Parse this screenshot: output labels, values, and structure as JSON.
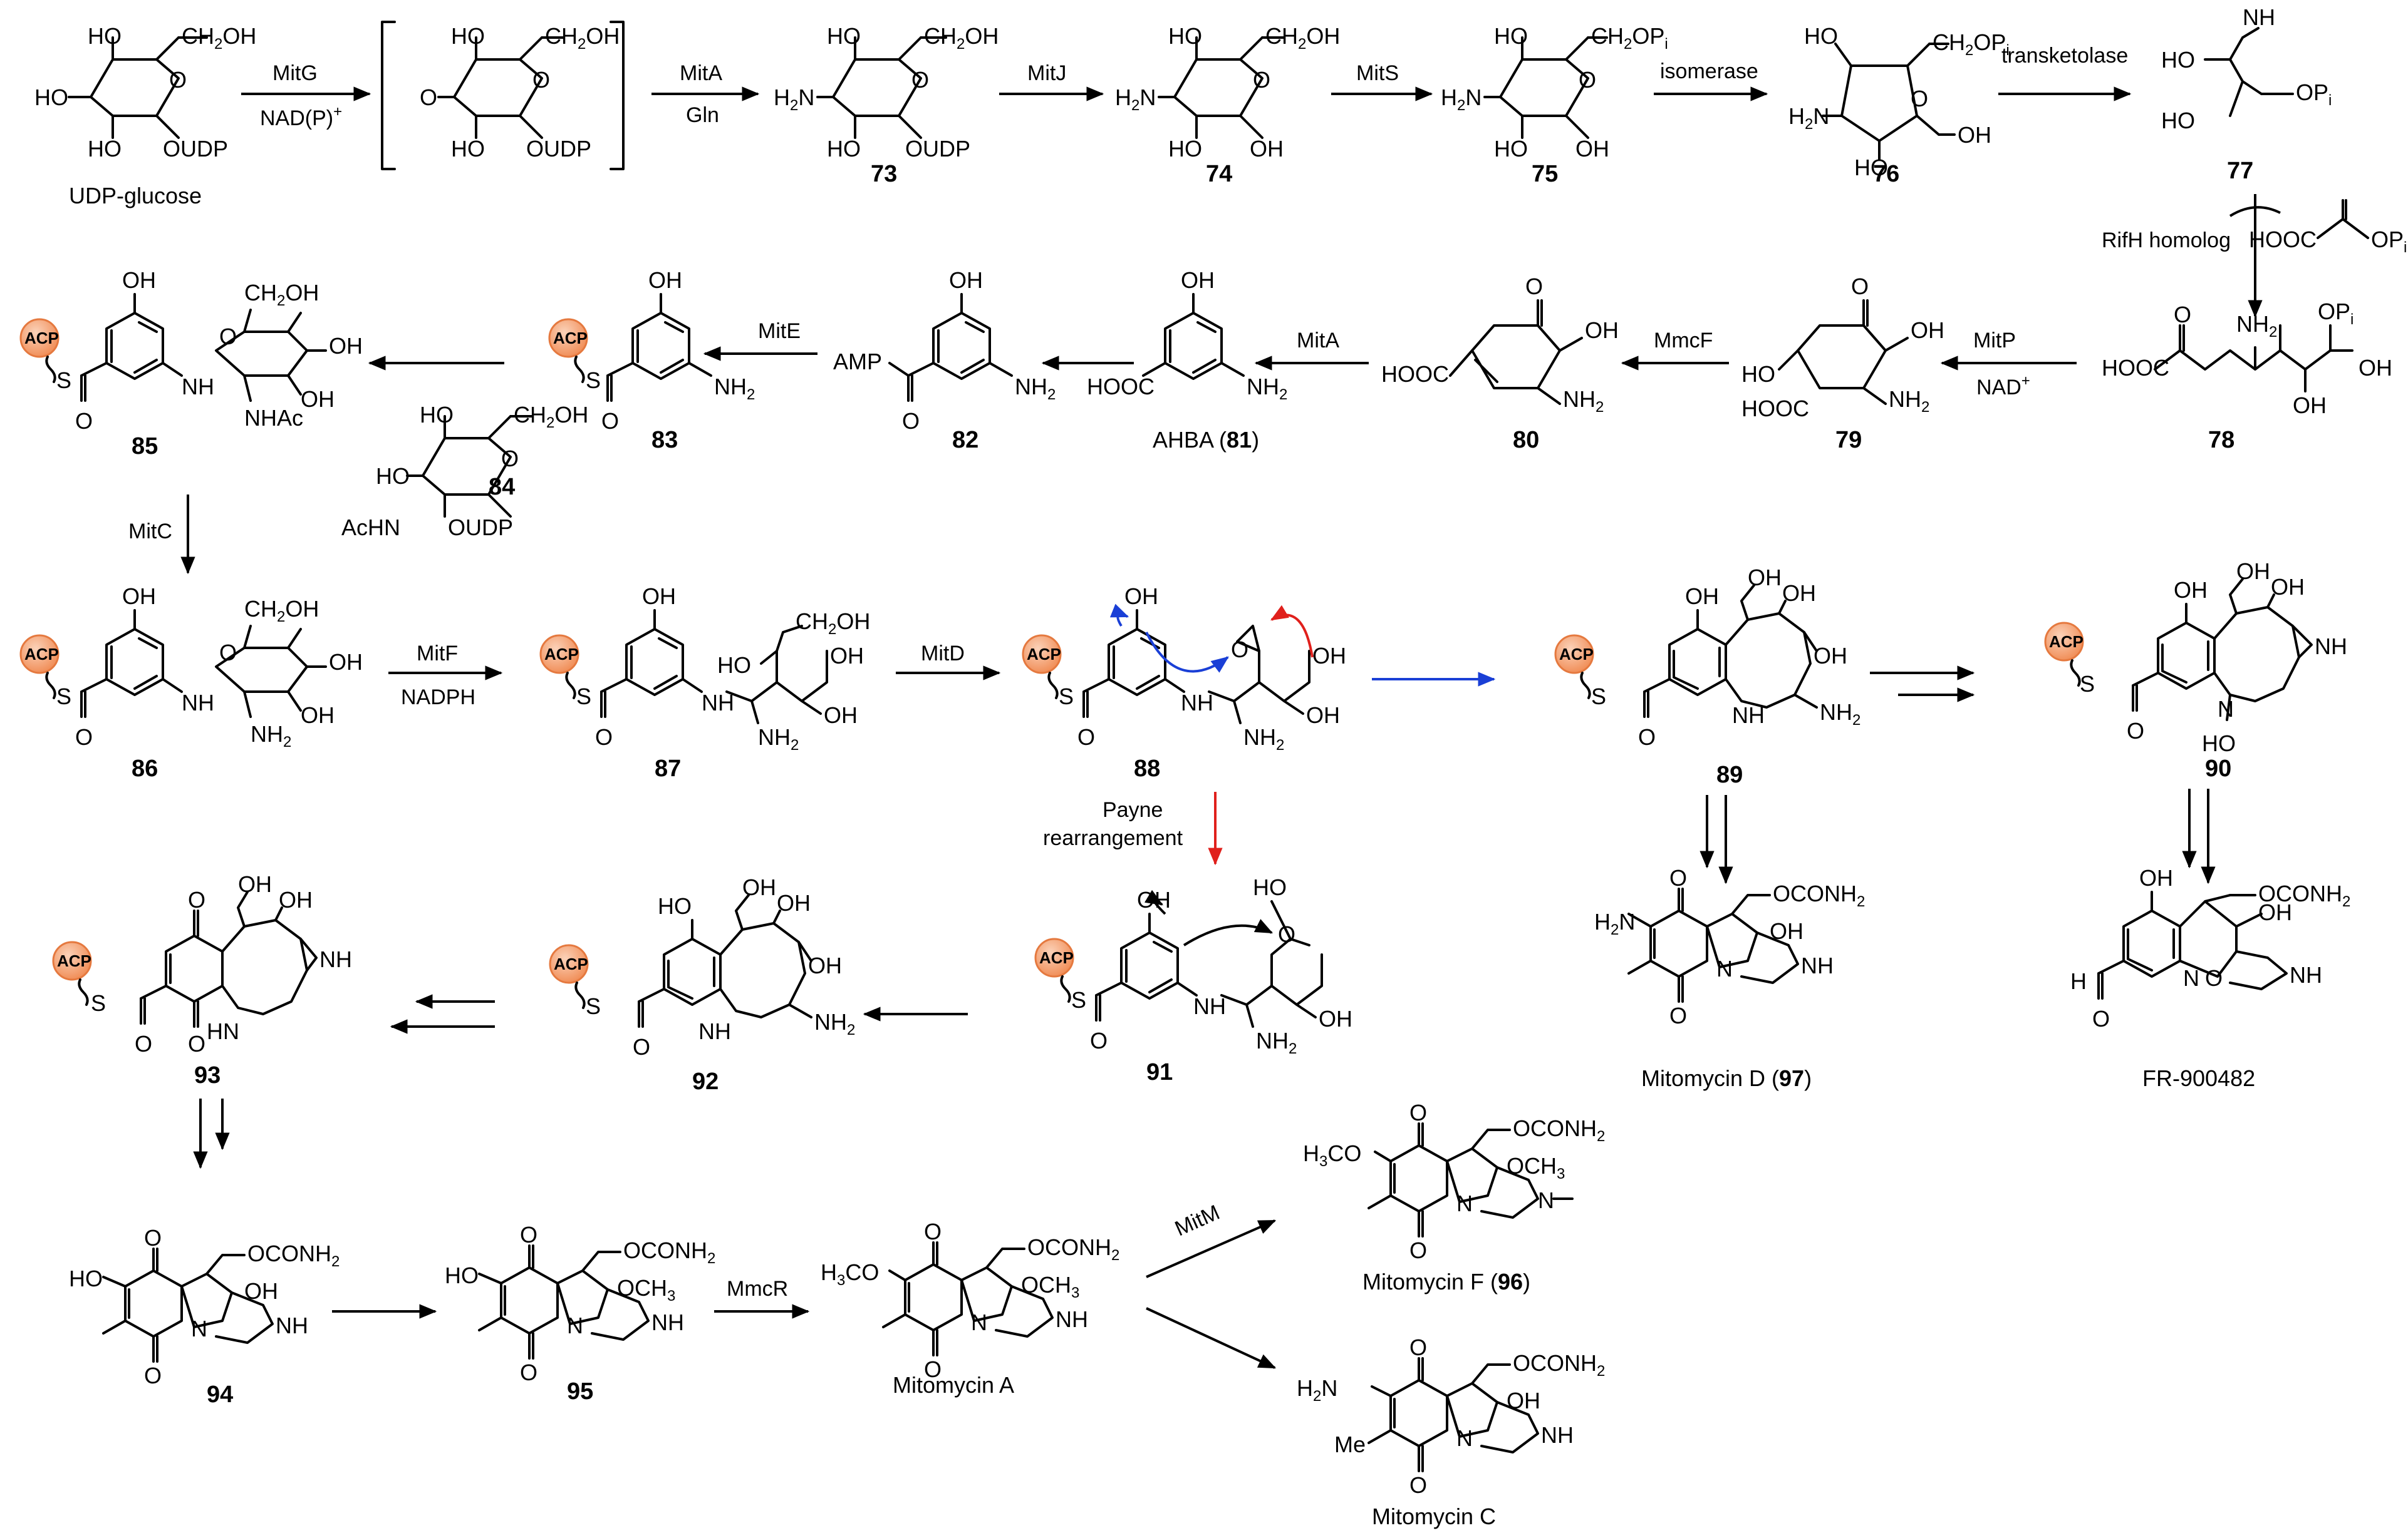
{
  "colors": {
    "acp_fill": "#f4a37a",
    "acp_stroke": "#e5793f",
    "blue_arrow": "#1a3fd6",
    "red_arrow": "#e0201c"
  },
  "labels": {
    "udp_glucose": "UDP-glucose",
    "n73": "73",
    "n74": "74",
    "n75": "75",
    "n76": "76",
    "n77": "77",
    "n78": "78",
    "n79": "79",
    "n80": "80",
    "n81": "81",
    "n82": "82",
    "n83": "83",
    "n84": "84",
    "n85": "85",
    "n86": "86",
    "n87": "87",
    "n88": "88",
    "n89": "89",
    "n90": "90",
    "n91": "91",
    "n92": "92",
    "n93": "93",
    "n94": "94",
    "n95": "95",
    "ahba_prefix": "AHBA (",
    "ahba_suffix": ")",
    "mitomycin_d_prefix": "Mitomycin D (",
    "n97": "97",
    "mitomycin_d_suffix": ")",
    "fr": "FR-900482",
    "mitomycin_a": "Mitomycin A",
    "mitomycin_f_prefix": "Mitomycin F (",
    "n96": "96",
    "mitomycin_f_suffix": ")",
    "mitomycin_c": "Mitomycin C",
    "acp": "ACP"
  },
  "enzymes": {
    "mitG": "MitG",
    "nadp_plus": "NAD(P)",
    "plus": "+",
    "mitA_1": "MitA",
    "gln": "Gln",
    "mitJ": "MitJ",
    "mitS": "MitS",
    "isomerase": "isomerase",
    "transketolase": "transketolase",
    "rifH": "RifH homolog",
    "mitP": "MitP",
    "nad": "NAD",
    "mmcF": "MmcF",
    "mitA_2": "MitA",
    "mitE": "MitE",
    "mitC": "MitC",
    "mitF": "MitF",
    "nadph": "NADPH",
    "mitD": "MitD",
    "payne_1": "Payne",
    "payne_2": "rearrangement",
    "mmcR": "MmcR",
    "mitM": "MitM"
  },
  "groups": {
    "ho": "HO",
    "oh": "OH",
    "ch2oh": "CH",
    "two": "2",
    "oudp": "OUDP",
    "o": "O",
    "h2n": "H",
    "n": "N",
    "ch2op": "CH",
    "op": "OP",
    "pi": "i",
    "nh": "NH",
    "hn": "HN",
    "hooc": "HOOC",
    "amp": "AMP",
    "nh2": "NH",
    "nhac": "NHAc",
    "achn": "AcHN",
    "s": "S",
    "ocoNH2": "OCONH",
    "och3": "OCH",
    "three": "3",
    "h3co": "H",
    "co": "CO",
    "me": "Me",
    "h": "H"
  }
}
